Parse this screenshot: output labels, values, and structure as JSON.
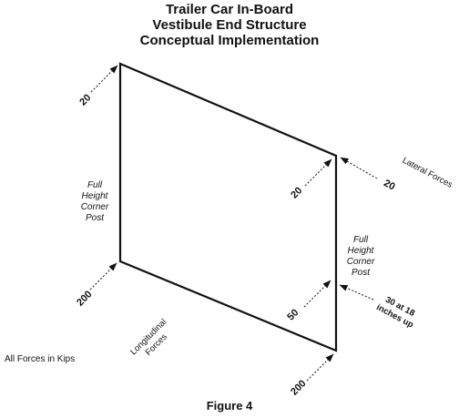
{
  "title": {
    "line1": "Trailer Car In-Board",
    "line2": "Vestibule End Structure",
    "line3": "Conceptual Implementation"
  },
  "forces": {
    "top_left_load": "20",
    "top_right_load": "20",
    "lateral_load": "20",
    "bottom_left_load": "200",
    "bottom_right_load_50": "50",
    "bottom_right_load_200": "200",
    "side_load": "30 at 18 inches up",
    "side_load_line1": "30 at 18",
    "side_load_line2": "inches up"
  },
  "labels": {
    "lateral_forces": "Lateral Forces",
    "longitudinal_line1": "Longitudinal",
    "longitudinal_line2": "Forces",
    "left_post_line1": "Full",
    "left_post_line2": "Height",
    "left_post_line3": "Corner",
    "left_post_line4": "Post",
    "right_post_line1": "Full",
    "right_post_line2": "Height",
    "right_post_line3": "Corner",
    "right_post_line4": "Post"
  },
  "footer": {
    "units_note": "All Forces in Kips",
    "figure_caption": "Figure 4"
  }
}
